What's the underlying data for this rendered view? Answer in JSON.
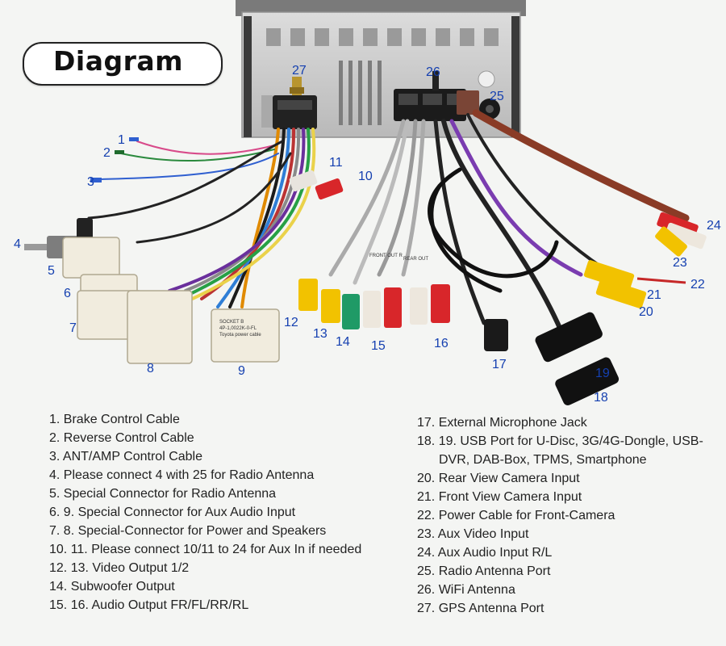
{
  "title": "Diagram",
  "callouts": [
    "1",
    "2",
    "3",
    "4",
    "5",
    "6",
    "7",
    "8",
    "9",
    "10",
    "11",
    "12",
    "13",
    "14",
    "15",
    "16",
    "17",
    "18",
    "19",
    "20",
    "21",
    "22",
    "23",
    "24",
    "25",
    "26",
    "27"
  ],
  "connector_labels": {
    "toyota_power": [
      "SOCKET B",
      "4P-1,0022K-0-FL",
      "Toyota power cable"
    ],
    "front_out": "FRONT OUT R",
    "rear_out": "REAR OUT"
  },
  "legend_left": [
    "1. Brake Control Cable",
    "2. Reverse Control Cable",
    "3. ANT/AMP Control Cable",
    "4. Please connect 4 with 25 for Radio Antenna",
    "5. Special Connector for Radio Antenna",
    "6. 9. Special Connector for Aux Audio Input",
    "7. 8. Special-Connector for Power and Speakers",
    "10. 11. Please connect 10/11 to 24 for Aux In if needed",
    "12. 13. Video Output 1/2",
    "14. Subwoofer Output",
    "15. 16. Audio Output FR/FL/RR/RL"
  ],
  "legend_right": [
    "17. External Microphone Jack",
    "18. 19. USB Port for U-Disc, 3G/4G-Dongle, USB-DVR, DAB-Box, TPMS, Smartphone",
    "20. Rear View Camera Input",
    "21. Front View Camera Input",
    "22. Power Cable for Front-Camera",
    "23. Aux Video Input",
    "24. Aux Audio Input R/L",
    "25. Radio Antenna Port",
    "26. WiFi Antenna",
    "27. GPS Antenna Port"
  ]
}
